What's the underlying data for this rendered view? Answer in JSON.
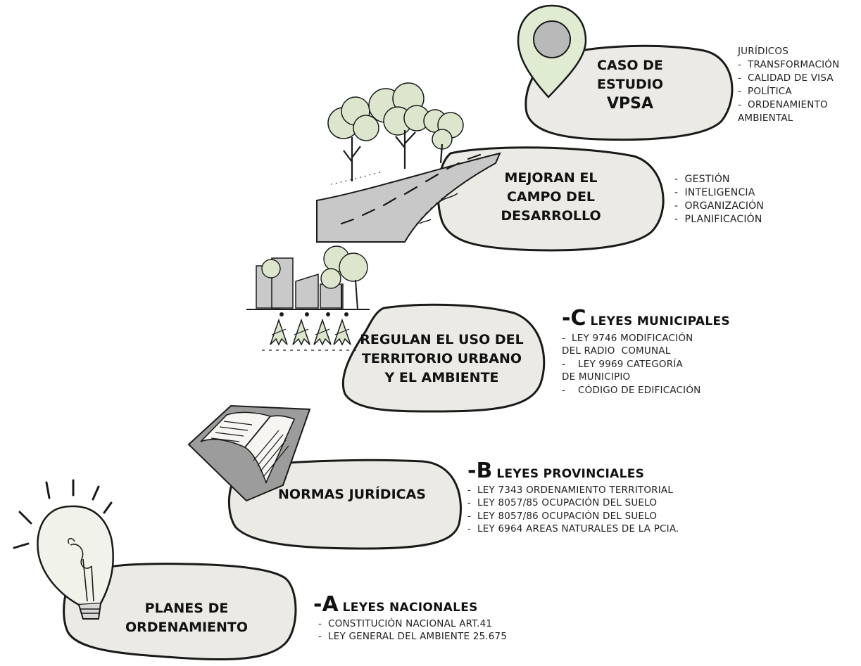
{
  "stages": {
    "planes": {
      "lines": [
        "PLANES DE",
        "ORDENAMIENTO"
      ]
    },
    "normas": {
      "lines": [
        "NORMAS JURÍDICAS"
      ]
    },
    "regulan": {
      "lines": [
        "REGULAN EL USO DEL",
        "TERRITORIO URBANO",
        "Y EL AMBIENTE"
      ]
    },
    "mejoran": {
      "lines": [
        "MEJORAN EL",
        "CAMPO DEL",
        "DESARROLLO"
      ]
    },
    "caso": {
      "lines": [
        "CASO DE",
        "ESTUDIO",
        "VPSA"
      ]
    }
  },
  "laws": {
    "a": {
      "dash": "-",
      "letter": "A",
      "title": "LEYES NACIONALES",
      "items": [
        "-  CONSTITUCIÓN NACIONAL ART.41",
        "-  LEY GENERAL DEL AMBIENTE 25.675"
      ]
    },
    "b": {
      "dash": "-",
      "letter": "B",
      "title": "LEYES PROVINCIALES",
      "items": [
        "-  LEY 7343 ORDENAMIENTO TERRITORIAL",
        "-  LEY 8057/85 OCUPACIÓN DEL SUELO",
        "-  LEY 8057/86 OCUPACIÓN DEL SUELO",
        "-  LEY 6964 AREAS NATURALES DE LA PCIA."
      ]
    },
    "c": {
      "dash": "-",
      "letter": "C",
      "title": "LEYES MUNICIPALES",
      "items": [
        "-  LEY 9746 MODIFICACIÓN",
        "DEL RADIO  COMUNAL",
        "-    LEY 9969 CATEGORÍA",
        "DE MUNICIPIO",
        "-    CÓDIGO DE EDIFICACIÓN"
      ]
    }
  },
  "mejoran_items": [
    "-  GESTIÓN",
    "-  INTELIGENCIA",
    "-  ORGANIZACIÓN",
    "-  PLANIFICACIÓN"
  ],
  "caso_items": [
    "JURÍDICOS",
    "-  TRANSFORMACIÓN",
    "-  CALIDAD DE VISA",
    "-  POLÍTICA",
    "-  ORDENAMIENTO",
    "AMBIENTAL"
  ],
  "colors": {
    "blob": "#eceae5",
    "outline": "#1a1a1a",
    "foliage": "#dbe6cc",
    "road": "#c8c8c8",
    "building": "#c9c9c9",
    "pin": "#e0ecd2",
    "pin_core": "#b9b9b9",
    "book_frame": "#9c9c9c",
    "bulb": "#f1f3ea"
  },
  "icons": [
    "lightbulb-icon",
    "book-icon",
    "city-trees-icon",
    "road-trees-icon",
    "location-pin-icon"
  ]
}
